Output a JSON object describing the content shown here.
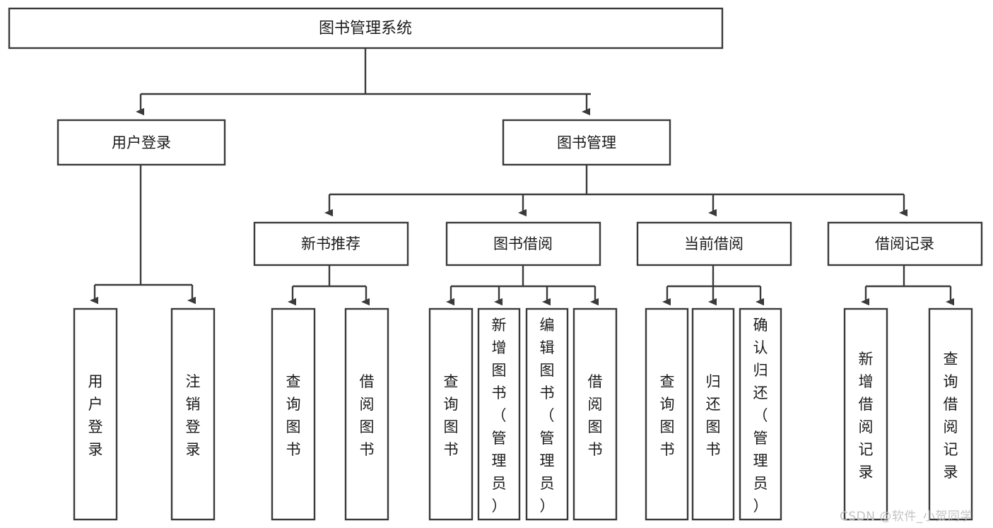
{
  "diagram": {
    "type": "tree",
    "title": "图书管理系统",
    "root": {
      "label": "图书管理系统"
    },
    "level2": [
      {
        "label": "用户登录"
      },
      {
        "label": "图书管理"
      }
    ],
    "level3": [
      {
        "label": "新书推荐"
      },
      {
        "label": "图书借阅"
      },
      {
        "label": "当前借阅"
      },
      {
        "label": "借阅记录"
      }
    ],
    "leaves": {
      "user_login": [
        "用户登录",
        "注销登录"
      ],
      "new_book_recommend": [
        "查询图书",
        "借阅图书"
      ],
      "book_borrow": [
        "查询图书",
        "新增图书（管理员）",
        "编辑图书（管理员）",
        "借阅图书"
      ],
      "current_borrow": [
        "查询图书",
        "归还图书",
        "确认归还（管理员）"
      ],
      "borrow_record": [
        "新增借阅记录",
        "查询借阅记录"
      ]
    }
  },
  "watermark": {
    "text": "CSDN @软件_小贺同学"
  },
  "colors": {
    "stroke": "#3a3a3a",
    "box_fill": "#ffffff",
    "text": "#1b1b1b",
    "watermark": "#c3c3c3",
    "background": "#ffffff"
  }
}
